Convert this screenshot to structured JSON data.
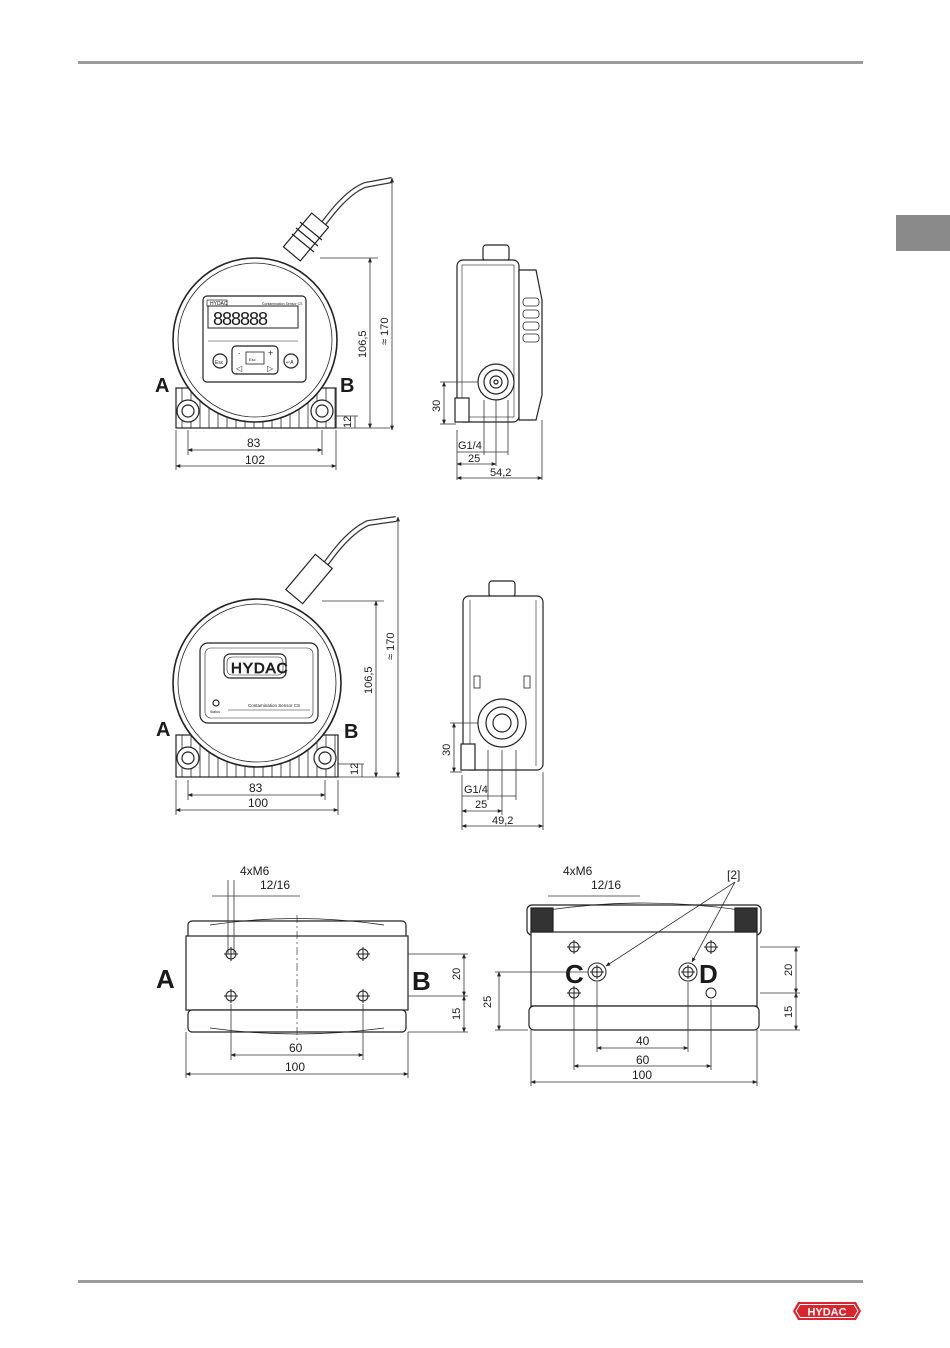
{
  "brand": {
    "name": "HYDAC",
    "color": "#d7262e"
  },
  "views": {
    "display_front": {
      "label_a": "A",
      "label_b": "B",
      "dims": [
        "106,5",
        "≈ 170",
        "12",
        "83",
        "102"
      ],
      "device_logo": "HYDAC",
      "device_caption": "Contamination Sensor CS",
      "led_digits": "888888",
      "keys": {
        "esc": "Esc",
        "enter": "↵A",
        "minus": "-",
        "plus": "+",
        "center": "Esc",
        "left": "◁",
        "right": "▷"
      }
    },
    "display_side": {
      "dims": [
        "30",
        "G1/4",
        "25",
        "54,2"
      ]
    },
    "blind_front": {
      "label_a": "A",
      "label_b": "B",
      "dims": [
        "106,5",
        "≈ 170",
        "12",
        "83",
        "100"
      ],
      "device_logo": "HYDAC",
      "device_caption": "Contamination Sensor CS",
      "status_label": "Status"
    },
    "blind_side": {
      "dims": [
        "30",
        "G1/4",
        "25",
        "49,2"
      ]
    },
    "bottom_left": {
      "label_a": "A",
      "label_b": "B",
      "thread": "4xM6",
      "depth": "12/16",
      "dims": [
        "20",
        "15",
        "60",
        "100"
      ]
    },
    "bottom_right": {
      "label_c": "C",
      "label_d": "D",
      "thread": "4xM6",
      "depth": "12/16",
      "callout": "[2]",
      "dims": [
        "25",
        "20",
        "15",
        "40",
        "60",
        "100"
      ]
    }
  }
}
